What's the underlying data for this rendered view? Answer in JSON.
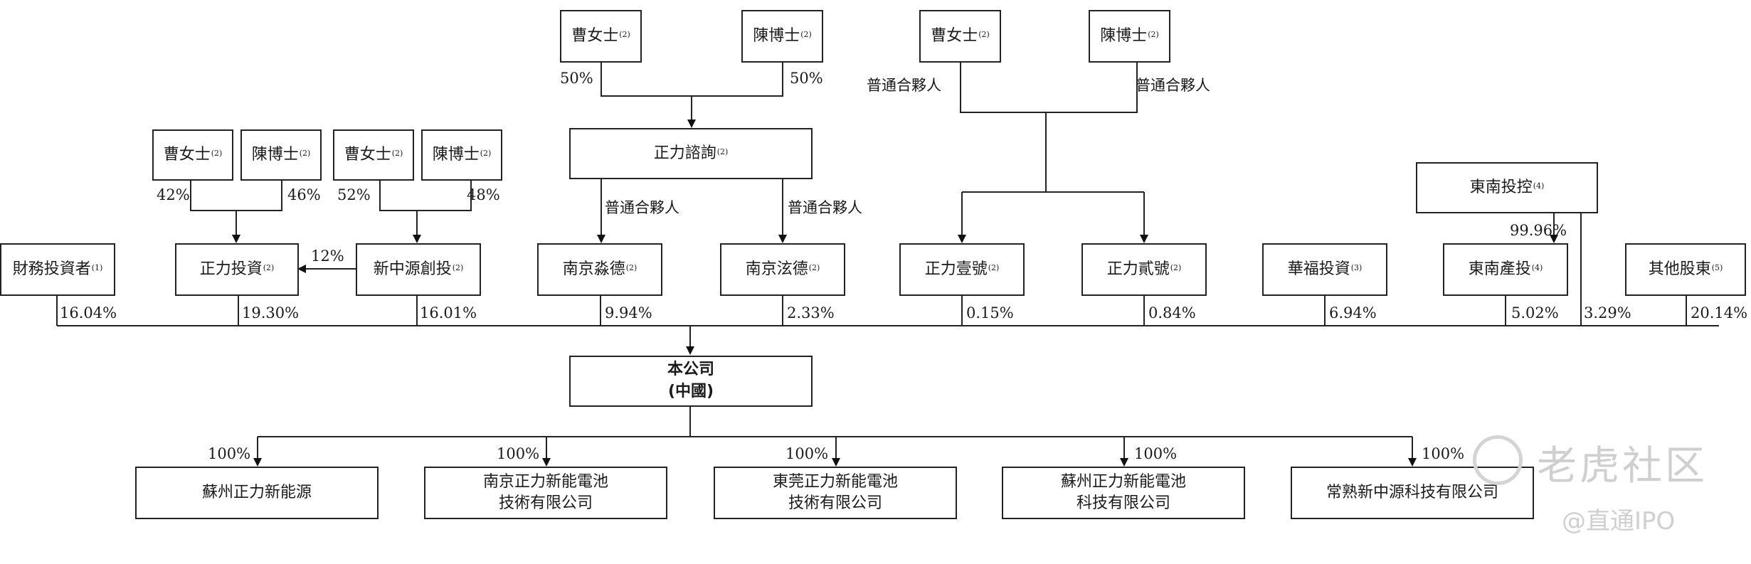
{
  "top_groups": [
    {
      "left": "曹女士",
      "right": "陳博士",
      "left_note": "(2)",
      "right_note": "(2)",
      "left_pct": "50%",
      "right_pct": "50%",
      "entity": "正力諮詢",
      "entity_note": "(2)"
    },
    {
      "left": "曹女士",
      "right": "陳博士",
      "left_note": "(2)",
      "right_note": "(2)",
      "left_label": "普通合夥人",
      "right_label": "普通合夥人"
    }
  ],
  "mid_groups": [
    {
      "left": "曹女士",
      "right": "陳博士",
      "left_note": "(2)",
      "right_note": "(2)",
      "left_pct": "42%",
      "right_pct": "46%"
    },
    {
      "left": "曹女士",
      "right": "陳博士",
      "left_note": "(2)",
      "right_note": "(2)",
      "left_pct": "52%",
      "right_pct": "48%"
    }
  ],
  "gp_labels": [
    "普通合夥人",
    "普通合夥人"
  ],
  "holding": {
    "name": "東南投控",
    "note": "(4)",
    "pct": "99.96%"
  },
  "shareholders": [
    {
      "name": "財務投資者",
      "note": "(1)",
      "pct": "16.04%"
    },
    {
      "name": "正力投資",
      "note": "(2)",
      "pct": "19.30%"
    },
    {
      "name": "新中源創投",
      "note": "(2)",
      "pct": "16.01%"
    },
    {
      "name": "南京淼德",
      "note": "(2)",
      "pct": "9.94%"
    },
    {
      "name": "南京泫德",
      "note": "(2)",
      "pct": "2.33%"
    },
    {
      "name": "正力壹號",
      "note": "(2)",
      "pct": "0.15%"
    },
    {
      "name": "正力貳號",
      "note": "(2)",
      "pct": "0.84%"
    },
    {
      "name": "華福投資",
      "note": "(3)",
      "pct": "6.94%"
    },
    {
      "name": "東南產投",
      "note": "(4)",
      "pct": "5.02%"
    },
    {
      "name": "其他股東",
      "note": "(5)",
      "pct": "20.14%"
    }
  ],
  "holding_direct_pct": "3.29%",
  "cross_pct": "12%",
  "company": {
    "line1": "本公司",
    "line2": "(中國)"
  },
  "subsidiaries": [
    {
      "line1": "蘇州正力新能源",
      "line2": "",
      "pct": "100%"
    },
    {
      "line1": "南京正力新能電池",
      "line2": "技術有限公司",
      "pct": "100%"
    },
    {
      "line1": "東莞正力新能電池",
      "line2": "技術有限公司",
      "pct": "100%"
    },
    {
      "line1": "蘇州正力新能電池",
      "line2": "科技有限公司",
      "pct": "100%"
    },
    {
      "line1": "常熟新中源科技有限公司",
      "line2": "",
      "pct": "100%"
    }
  ],
  "watermark": {
    "brand": "老虎社区",
    "handle": "@直通IPO"
  }
}
